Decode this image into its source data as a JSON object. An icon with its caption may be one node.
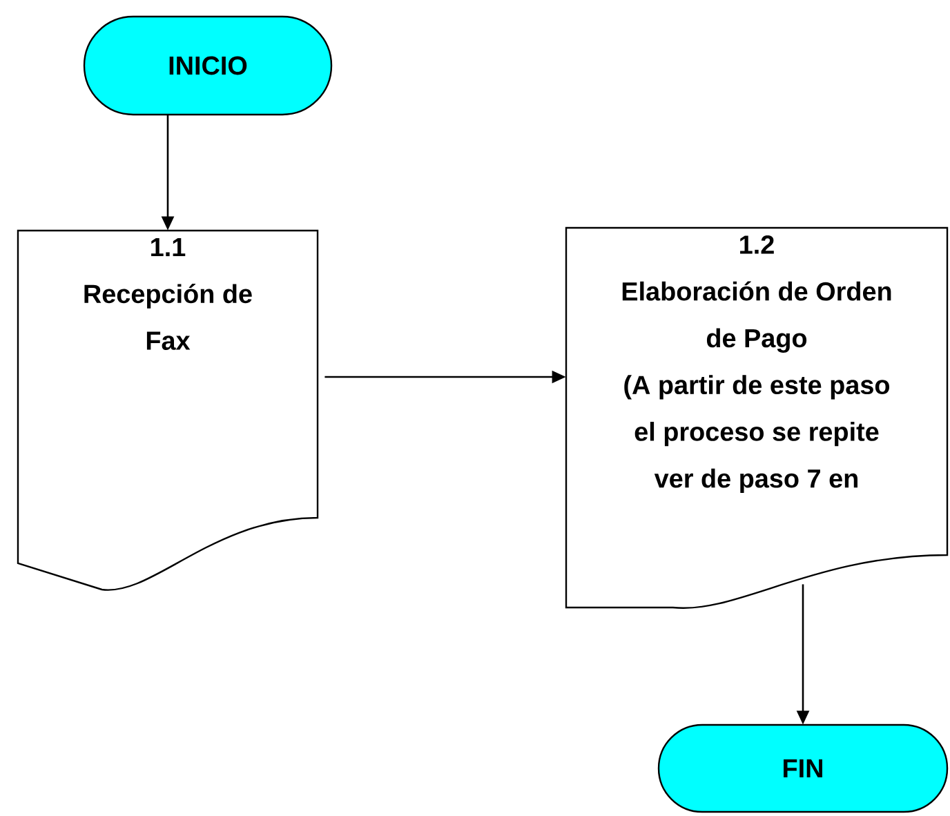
{
  "diagram": {
    "nodes": [
      {
        "text": [
          "INICIO"
        ]
      },
      {
        "text": [
          "1.1",
          "Recepción de Fax"
        ]
      },
      {
        "text": [
          "1.2",
          "Elaboración de Orden de Pago",
          "(A partir de este paso el proceso se repite ver de paso 7 en"
        ]
      },
      {
        "text": [
          "FIN"
        ]
      }
    ],
    "edges": [
      {
        "from": 0,
        "to": 1,
        "arrow": "to"
      },
      {
        "from": 1,
        "to": 2,
        "arrow": "to"
      },
      {
        "from": 2,
        "to": 3,
        "arrow": "to"
      }
    ]
  }
}
